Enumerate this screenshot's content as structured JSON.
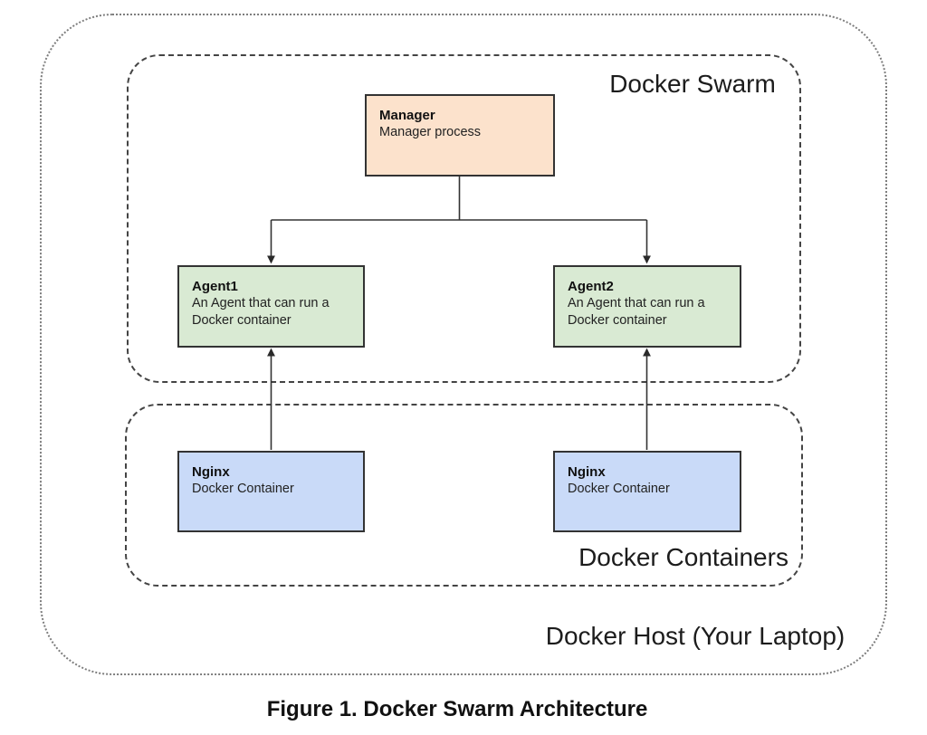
{
  "figure": {
    "caption": "Figure 1. Docker Swarm Architecture"
  },
  "regions": {
    "docker_host": {
      "label": "Docker Host (Your Laptop)"
    },
    "docker_swarm": {
      "label": "Docker Swarm"
    },
    "docker_containers": {
      "label": "Docker Containers"
    }
  },
  "nodes": {
    "manager": {
      "title": "Manager",
      "subtitle": "Manager process",
      "fill": "#fce2cc"
    },
    "agent1": {
      "title": "Agent1",
      "subtitle": "An Agent that can run a Docker container",
      "fill": "#d9ead3"
    },
    "agent2": {
      "title": "Agent2",
      "subtitle": "An Agent that can run a Docker container",
      "fill": "#d9ead3"
    },
    "nginx1": {
      "title": "Nginx",
      "subtitle": "Docker Container",
      "fill": "#c9daf8"
    },
    "nginx2": {
      "title": "Nginx",
      "subtitle": "Docker Container",
      "fill": "#c9daf8"
    }
  },
  "edges": [
    {
      "from": "Manager",
      "to": "Agent1"
    },
    {
      "from": "Manager",
      "to": "Agent2"
    },
    {
      "from": "Nginx (left)",
      "to": "Agent1"
    },
    {
      "from": "Nginx (right)",
      "to": "Agent2"
    }
  ],
  "colors": {
    "manager_fill": "#fce2cc",
    "agent_fill": "#d9ead3",
    "nginx_fill": "#c9daf8",
    "box_border": "#333333",
    "connector": "#333333",
    "dashed_border": "#444444",
    "dotted_border": "#7d7d7d",
    "background": "#ffffff"
  }
}
